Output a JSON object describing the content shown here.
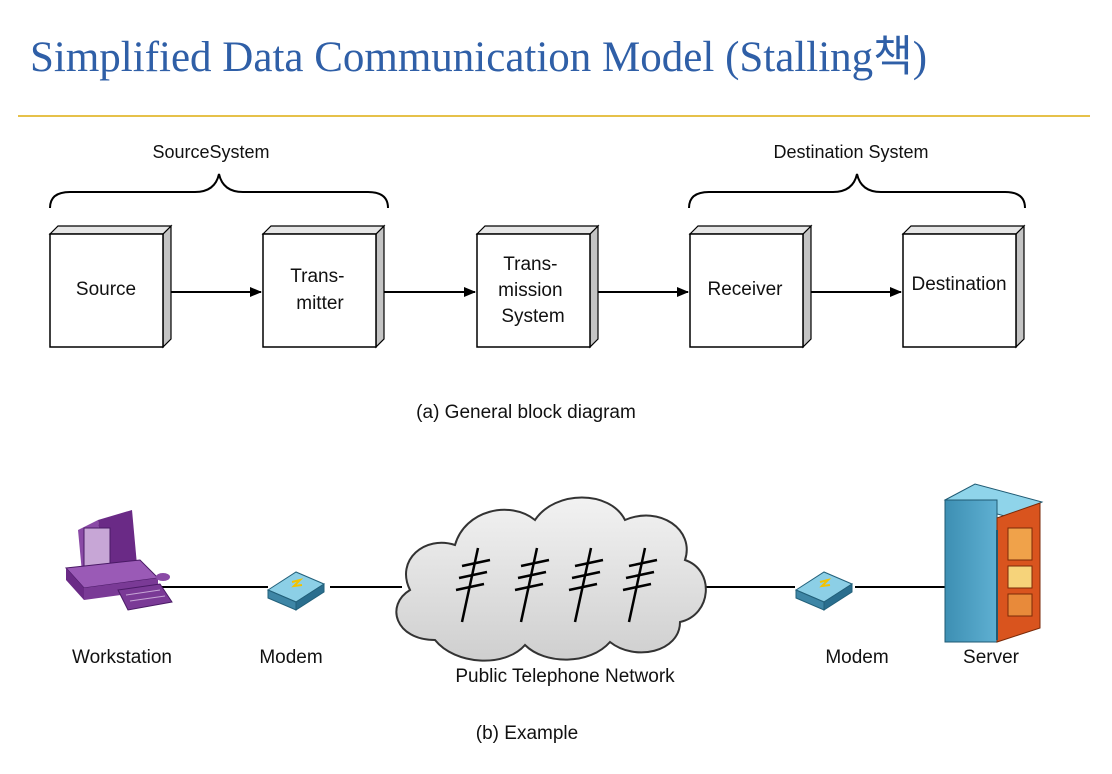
{
  "slide": {
    "title": "Simplified Data Communication Model (Stalling책)"
  },
  "block_diagram": {
    "source_system_label": "SourceSystem",
    "destination_system_label": "Destination System",
    "blocks": {
      "source": [
        "Source"
      ],
      "transmitter": [
        "Trans-",
        "mitter"
      ],
      "transmission": [
        "Trans-",
        "mission",
        "System"
      ],
      "receiver": [
        "Receiver"
      ],
      "destination": [
        "Destination"
      ]
    },
    "caption": "(a) General block diagram"
  },
  "example": {
    "workstation": "Workstation",
    "modem_left": "Modem",
    "network": "Public Telephone Network",
    "modem_right": "Modem",
    "server": "Server",
    "caption": "(b) Example"
  }
}
